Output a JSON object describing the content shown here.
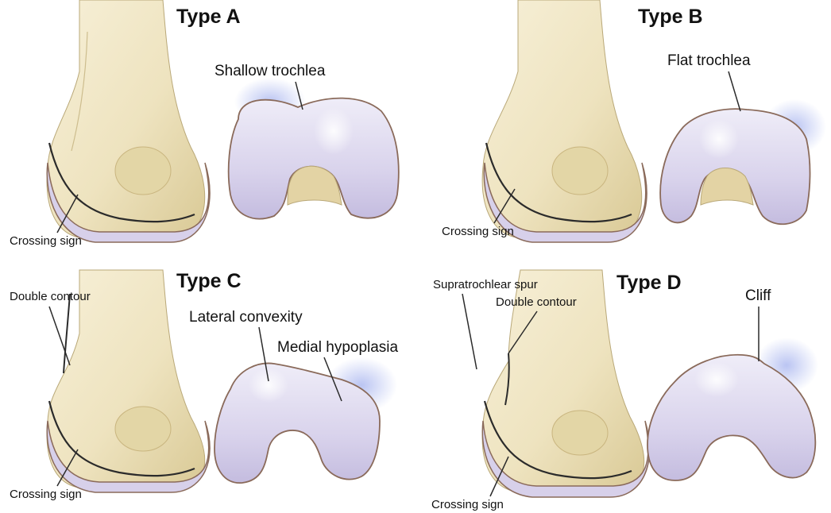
{
  "panels": {
    "a": {
      "title": "Type A",
      "labels": {
        "trochlea": "Shallow trochlea",
        "crossing": "Crossing sign"
      }
    },
    "b": {
      "title": "Type B",
      "labels": {
        "trochlea": "Flat trochlea",
        "crossing": "Crossing sign"
      }
    },
    "c": {
      "title": "Type C",
      "labels": {
        "double_contour": "Double contour",
        "lateral": "Lateral convexity",
        "medial": "Medial hypoplasia",
        "crossing": "Crossing sign"
      }
    },
    "d": {
      "title": "Type D",
      "labels": {
        "spur": "Supratrochlear spur",
        "double_contour": "Double contour",
        "cliff": "Cliff",
        "crossing": "Crossing sign"
      }
    }
  },
  "colors": {
    "bone_fill": "#efe6c6",
    "bone_shadow": "#d6c89a",
    "cartilage": "#d8d2ec",
    "cartilage_edge": "#8a6a5a",
    "halo": "#b9c3ee",
    "line": "#2b2b2b"
  }
}
